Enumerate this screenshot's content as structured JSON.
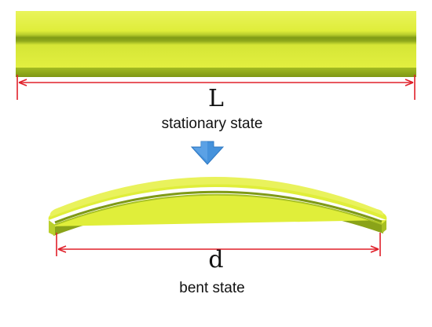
{
  "diagram": {
    "stationary": {
      "length_symbol": "L",
      "caption": "stationary state"
    },
    "bent": {
      "length_symbol": "d",
      "caption": "bent state"
    }
  },
  "colors": {
    "strip_face": "#e0ee3a",
    "strip_light": "#ecf569",
    "strip_groove": "#8aa419",
    "strip_edge": "#93ab1c",
    "dimension_line": "#e0202a",
    "arrow": "#3f8fd9",
    "text": "#111111"
  },
  "icons": {
    "transition_arrow": "down-arrow-icon"
  }
}
